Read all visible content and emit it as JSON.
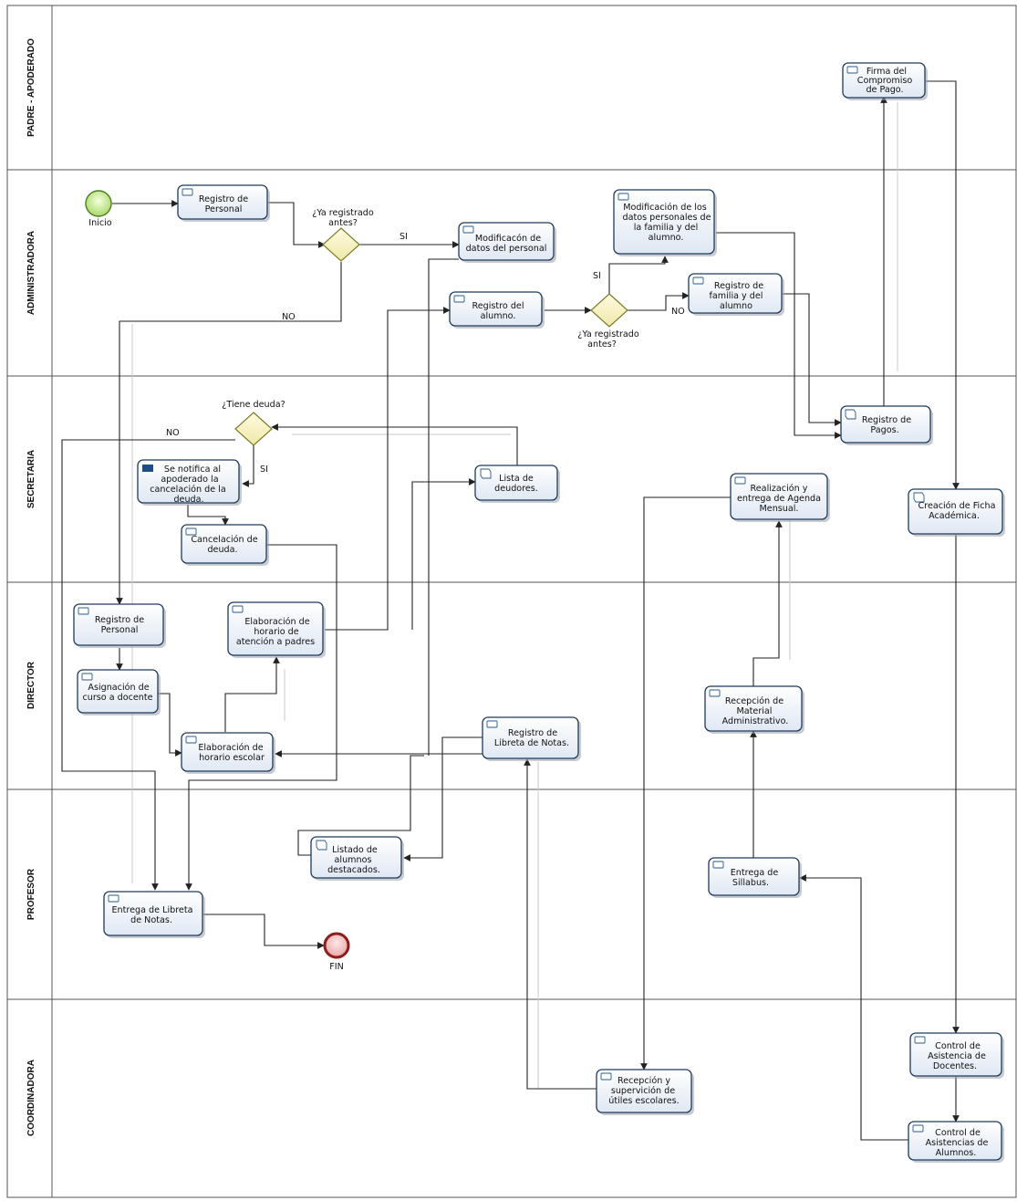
{
  "lanes": [
    "PADRE - APODERADO",
    "ADMINISTRADORA",
    "SECRETARIA",
    "DIRECTOR",
    "PROFESOR",
    "COORDINADORA"
  ],
  "events": {
    "start": "Inicio",
    "end": "FIN"
  },
  "gateways": {
    "g1": "¿Ya registrado antes?",
    "g2": "¿Ya registrado antes?",
    "g3": "¿Tiene deuda?"
  },
  "flow_labels": {
    "g1_yes": "SI",
    "g1_no": "NO",
    "g2_yes": "SI",
    "g2_no": "NO",
    "g3_yes": "SI",
    "g3_no": "NO"
  },
  "tasks": {
    "firma": "Firma del Compromiso de Pago.",
    "reg_personal_admin": "Registro de Personal",
    "modif_personal": "Modificacón de datos del personal",
    "modif_datos_familia": "Modificación de los datos personales de la familia y del alumno.",
    "reg_familia": "Registro de familia y del alumno",
    "reg_alumno": "Registro del alumno.",
    "notifica": "Se notifica al apoderado la cancelación de la deuda.",
    "cancelacion": "Cancelación de deuda.",
    "lista_deudores": "Lista de deudores.",
    "reg_pagos": "Registro de Pagos.",
    "agenda": "Realización y entrega de Agenda Mensual.",
    "ficha": "Creación de Ficha Académica.",
    "reg_personal_dir": "Registro de Personal",
    "asignacion": "Asignación de curso a docente",
    "horario_padres": "Elaboración de horario de atención a padres",
    "horario_escolar": "Elaboración de horario escolar",
    "reg_libreta": "Registro de Libreta de Notas.",
    "material": "Recepción de Material Administrativo.",
    "listado": "Listado de alumnos destacados.",
    "silabus": "Entrega de Sillabus.",
    "entrega_libreta": "Entrega de Libreta de Notas.",
    "ctrl_docentes": "Control de Asistencia de Docentes.",
    "ctrl_alumnos": "Control de Asistencias de Alumnos.",
    "utiles": "Recepción y supervición de útiles escolares."
  }
}
